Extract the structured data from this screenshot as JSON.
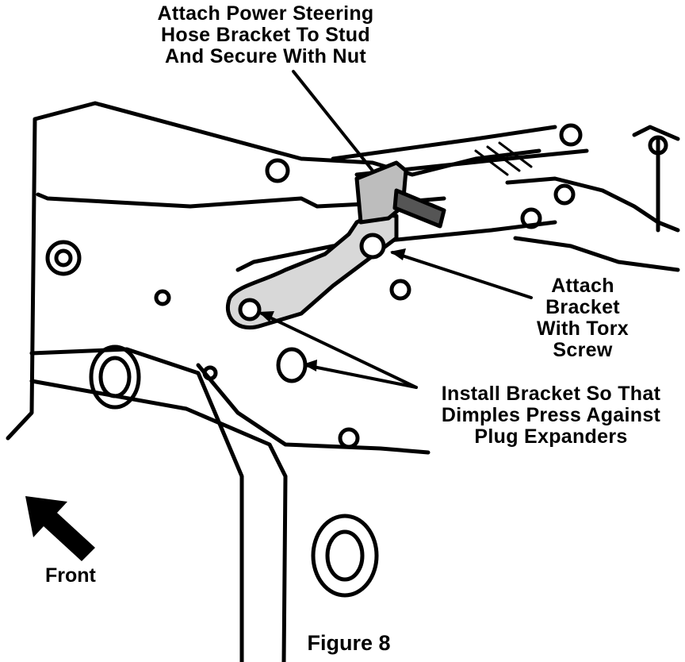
{
  "callouts": {
    "power_steering": "Attach Power Steering\nHose Bracket To Stud\nAnd Secure With Nut",
    "torx": "Attach\nBracket\nWith Torx\nScrew",
    "dimples": "Install Bracket So That\nDimples Press Against\nPlug Expanders"
  },
  "front_label": "Front",
  "figure_caption": "Figure 8"
}
